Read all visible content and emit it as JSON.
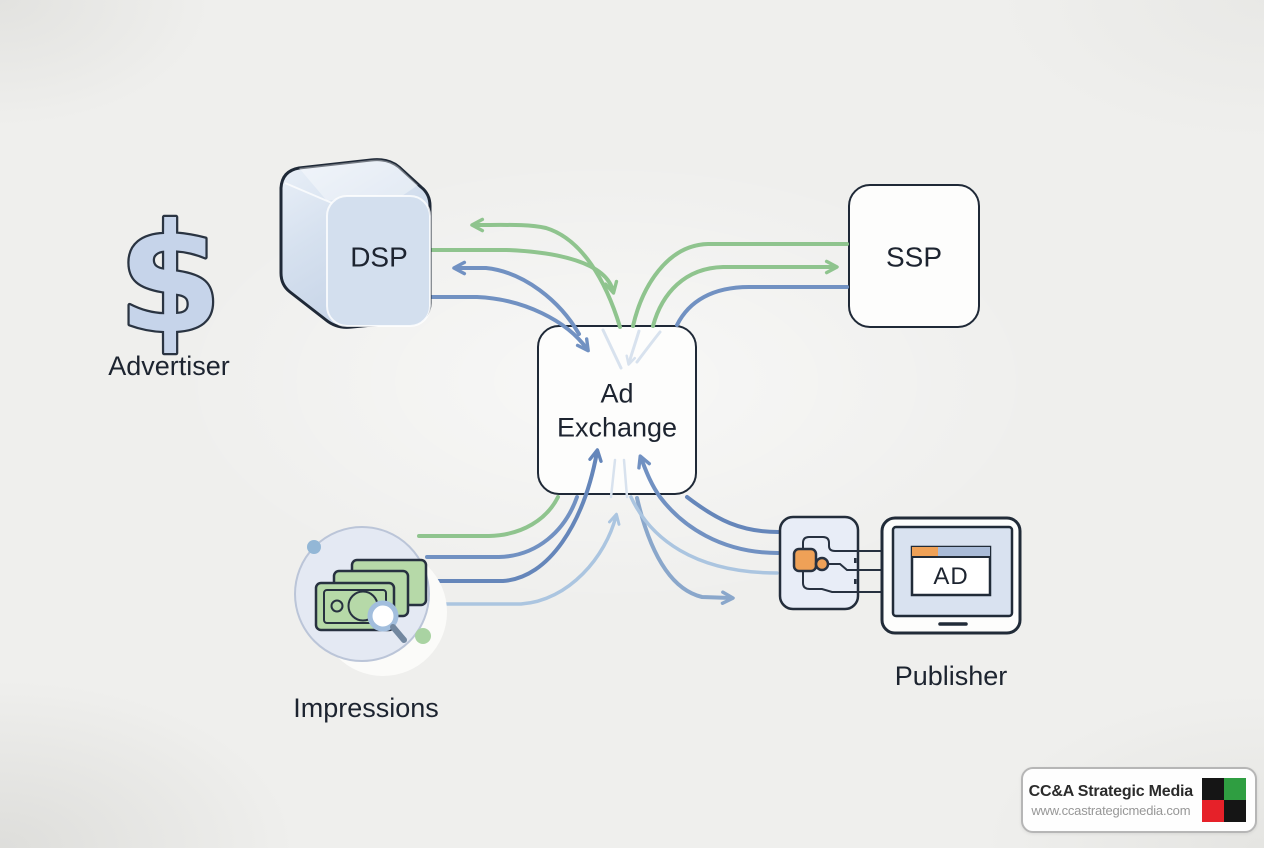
{
  "diagram": {
    "title_context": "Programmatic advertising ecosystem flow",
    "nodes": {
      "advertiser": {
        "icon": "$",
        "label": "Advertiser"
      },
      "dsp": {
        "label": "DSP"
      },
      "ssp": {
        "label": "SSP"
      },
      "ad_exchange": {
        "label": "Ad Exchange"
      },
      "impressions": {
        "label": "Impressions"
      },
      "publisher": {
        "label": "Publisher",
        "ad_placeholder": "AD"
      }
    },
    "flows": [
      {
        "from": "dsp",
        "to": "ad_exchange",
        "color": "green"
      },
      {
        "from": "ad_exchange",
        "to": "dsp",
        "color": "green"
      },
      {
        "from": "dsp",
        "to": "ad_exchange",
        "color": "blue"
      },
      {
        "from": "ad_exchange",
        "to": "dsp",
        "color": "blue"
      },
      {
        "from": "ad_exchange",
        "to": "ssp",
        "color": "green"
      },
      {
        "from": "ssp",
        "to": "ad_exchange",
        "color": "blue"
      },
      {
        "from": "impressions",
        "to": "ad_exchange",
        "color": "green"
      },
      {
        "from": "impressions",
        "to": "ad_exchange",
        "color": "blue"
      },
      {
        "from": "impressions",
        "to": "ad_exchange",
        "color": "light_blue"
      },
      {
        "from": "publisher",
        "to": "ad_exchange",
        "color": "blue"
      },
      {
        "from": "ad_exchange",
        "to": "publisher",
        "color": "blue"
      }
    ]
  },
  "branding": {
    "company": "CC&A Strategic Media",
    "website": "www.ccastrategicmedia.com"
  },
  "colors": {
    "arrow_green": "#8fc48e",
    "arrow_blue": "#7191c2",
    "arrow_blue_dark": "#6586ba",
    "arrow_blue_soft": "#8aa7cb",
    "arrow_light_blue": "#abc5e0",
    "arrow_faint": "#d8e2ee",
    "node_border": "#1f2937",
    "cube_fill": "#d3dfee",
    "dollar_fill": "#c6d4ea",
    "money_green": "#b6d9a8",
    "accent_orange": "#efa157",
    "screen_blue": "#d9e2f0",
    "browser_bar_blue": "#a9bbd8",
    "impressions_circle": "#e4e9f3",
    "dot_blue": "#93b7d6",
    "dot_green": "#a9d3a2",
    "logo_black": "#151515",
    "logo_green": "#2f9e41",
    "logo_red": "#e62129",
    "text_dark": "#1d2430"
  }
}
